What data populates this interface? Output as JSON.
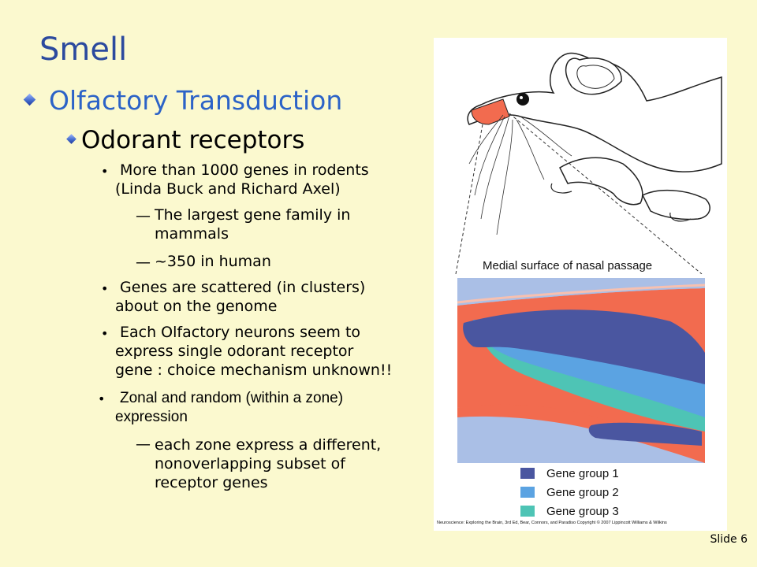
{
  "slide": {
    "title": "Smell",
    "level1": "Olfactory Transduction",
    "level2": "Odorant receptors",
    "bullets": [
      {
        "text_line1": "More than 1000 genes in rodents",
        "text_line2": "(Linda Buck and Richard Axel)"
      },
      {
        "text_line1": "Genes are scattered (in clusters)",
        "text_line2": "about on the genome"
      },
      {
        "text_line1": "Each Olfactory neurons seem to",
        "text_line2": "express single odorant receptor",
        "text_line3": "gene : choice mechanism unknown!!"
      },
      {
        "text_line1": "Zonal and random (within a zone)",
        "text_line2": "expression"
      }
    ],
    "subbullets": [
      {
        "dash": "—",
        "text_line1": "The largest gene family in",
        "text_line2": "mammals"
      },
      {
        "dash": "—",
        "text_line1": "~350 in human"
      },
      {
        "dash": "—",
        "text_line1": "each zone express a different,",
        "text_line2": "nonoverlapping subset of",
        "text_line3": "receptor genes"
      }
    ],
    "bullet_glyph": "•",
    "slide_number": "Slide 6"
  },
  "figure": {
    "caption_title": "Medial surface of nasal passage",
    "legend": [
      {
        "label": "Gene group 1",
        "color": "#4a56a0"
      },
      {
        "label": "Gene group 2",
        "color": "#5ba3e2"
      },
      {
        "label": "Gene group 3",
        "color": "#4ec4b5"
      }
    ],
    "credit": "Neuroscience: Exploring the Brain, 3rd Ed, Bear, Connors, and Paradiso Copyright © 2007 Lippincott Williams & Wilkins",
    "colors": {
      "epithelium": "#f26b4f",
      "background_tissue": "#aabfe6",
      "nose_highlight": "#f26b4f"
    }
  },
  "theme": {
    "background": "#fbf9cf",
    "title_color": "#2c4a9e",
    "level1_color": "#2c63c7"
  }
}
